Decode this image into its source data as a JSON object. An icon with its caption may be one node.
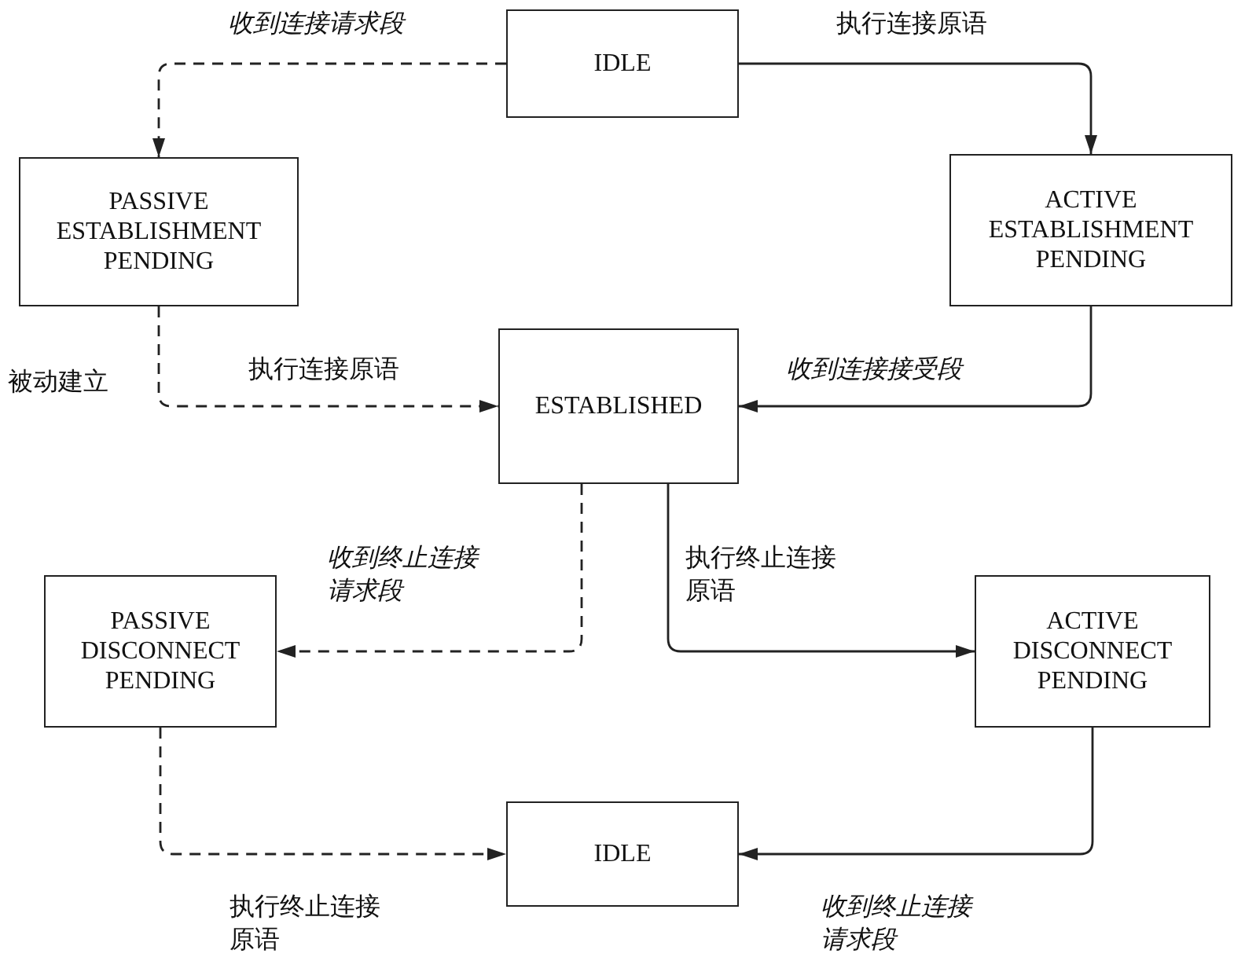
{
  "diagram": {
    "nodes": [
      {
        "text": [
          "IDLE"
        ]
      },
      {
        "text": [
          "PASSIVE ESTABLISHMENT PENDING"
        ]
      },
      {
        "text": [
          "ACTIVE ESTABLISHMENT PENDING"
        ]
      },
      {
        "text": [
          "ESTABLISHED"
        ]
      },
      {
        "text": [
          "PASSIVE DISCONNECT PENDING"
        ]
      },
      {
        "text": [
          "ACTIVE DISCONNECT PENDING"
        ]
      },
      {
        "text": [
          "IDLE"
        ]
      }
    ],
    "edges": [
      {
        "from": 0,
        "to": 1,
        "arrow": "to",
        "label": "收到连接请求段",
        "style": "dashed"
      },
      {
        "from": 0,
        "to": 2,
        "arrow": "to",
        "label": "执行连接原语"
      },
      {
        "from": 1,
        "to": 3,
        "arrow": "to",
        "label": "执行连接原语",
        "style": "dashed"
      },
      {
        "from": 2,
        "to": 3,
        "arrow": "to",
        "label": "收到连接接受段"
      },
      {
        "from": 3,
        "to": 4,
        "arrow": "to",
        "label": "收到终止连接请求段",
        "style": "dashed"
      },
      {
        "from": 3,
        "to": 5,
        "arrow": "to",
        "label": "执行终止连接原语"
      },
      {
        "from": 4,
        "to": 6,
        "arrow": "to",
        "label": "执行终止连接原语",
        "style": "dashed"
      },
      {
        "from": 5,
        "to": 6,
        "arrow": "to",
        "label": "收到终止连接请求段"
      }
    ],
    "labels": [
      "被动建立"
    ]
  }
}
